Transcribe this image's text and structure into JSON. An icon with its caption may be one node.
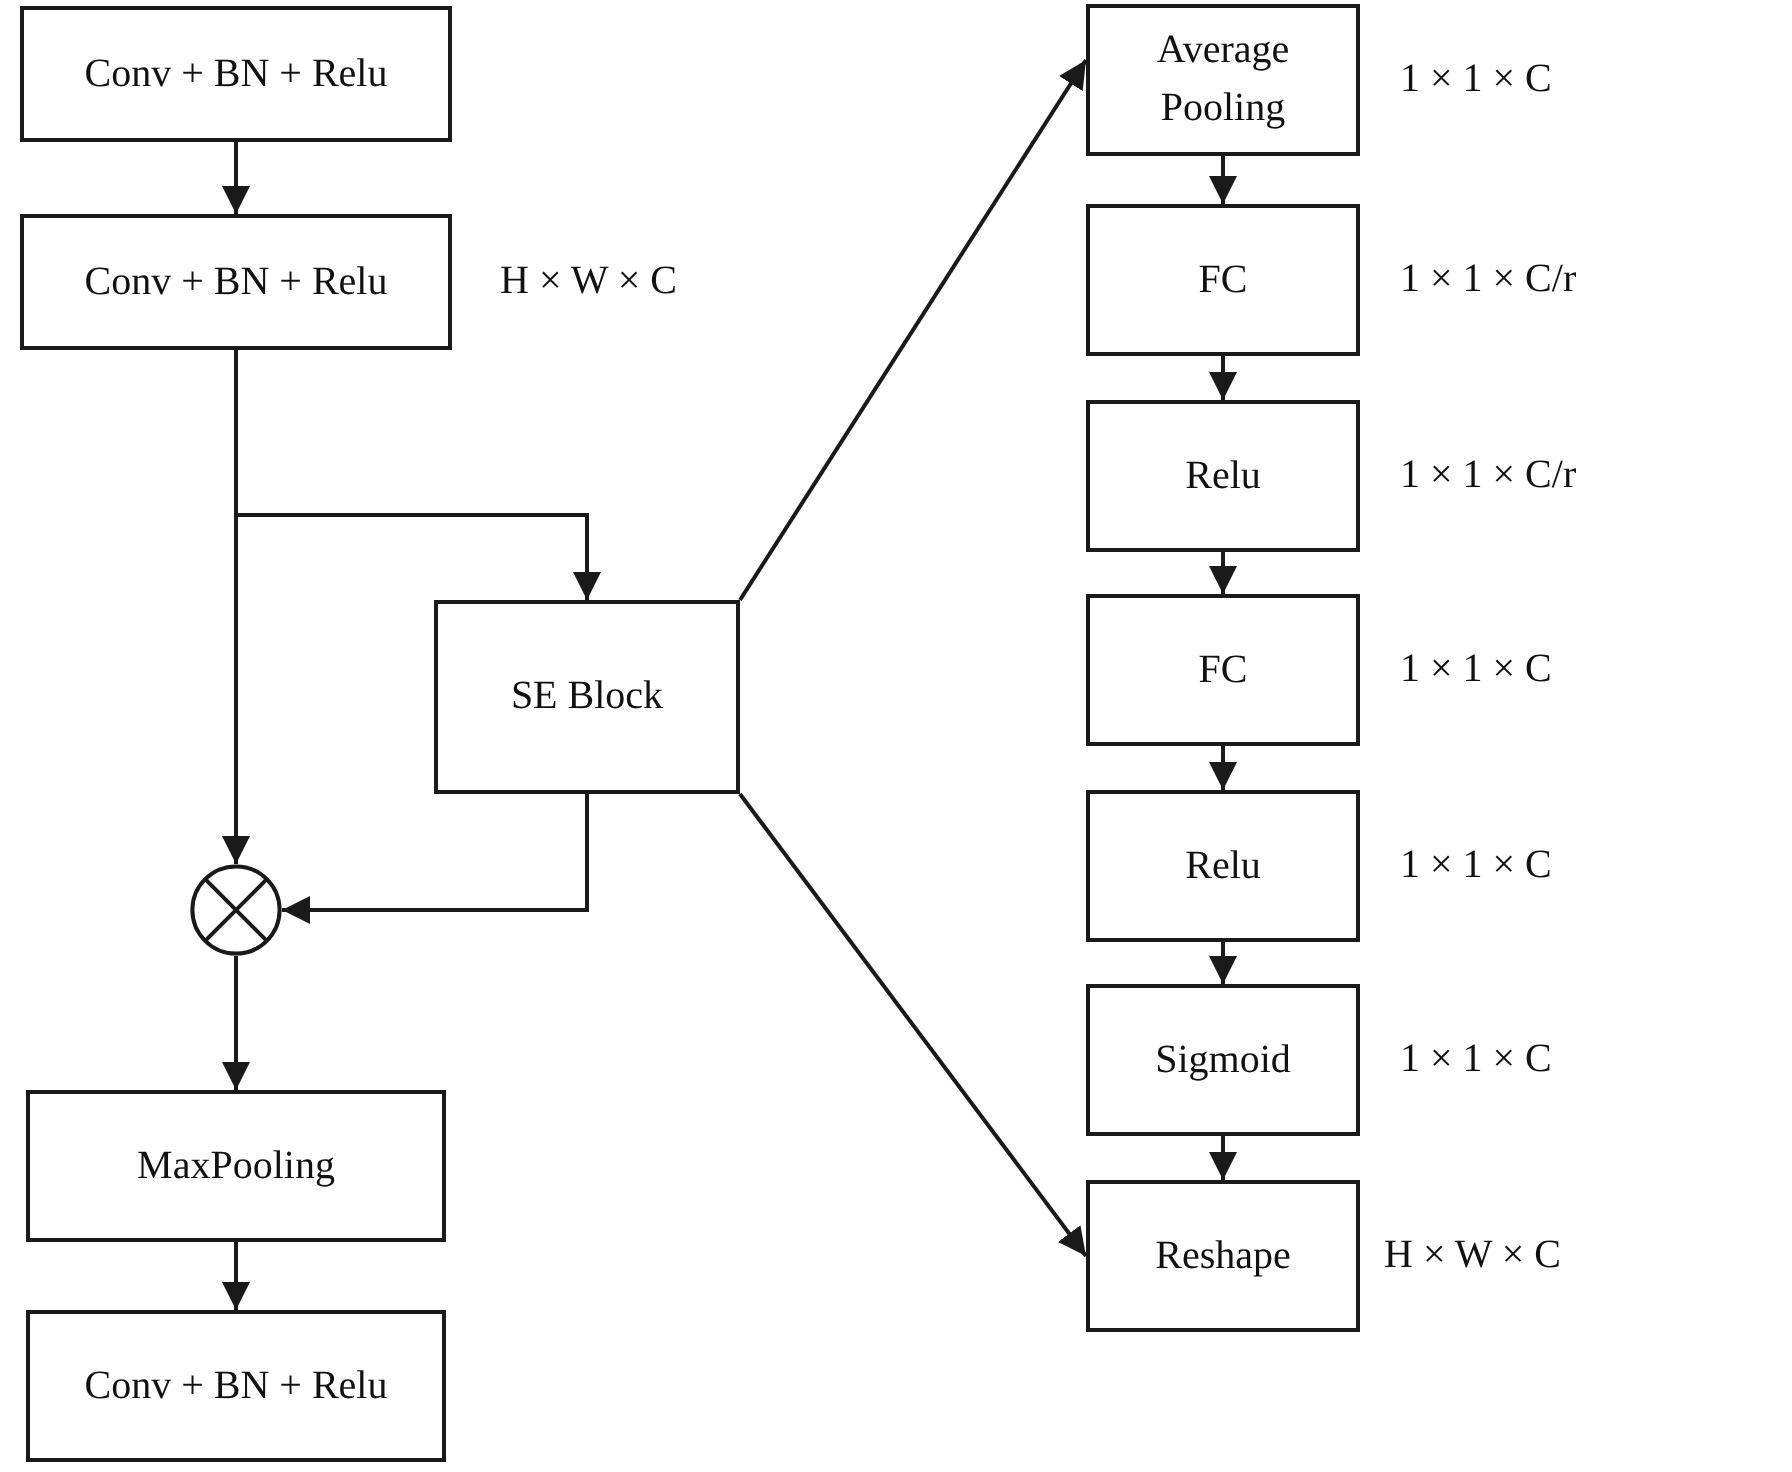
{
  "diagram": {
    "nodes": [
      {
        "text": [
          "Conv + BN + Relu"
        ]
      },
      {
        "text": [
          "Conv + BN + Relu"
        ],
        "beside": [
          "H × W × C"
        ]
      },
      {
        "text": [
          "SE Block"
        ]
      },
      {
        "text": [],
        "shape": "circle"
      },
      {
        "text": [
          "MaxPooling"
        ]
      },
      {
        "text": [
          "Conv + BN + Relu"
        ]
      },
      {
        "text": [
          "Average Pooling"
        ],
        "beside": [
          "1 × 1 × C"
        ]
      },
      {
        "text": [
          "FC"
        ],
        "beside": [
          "1 × 1 × C/r"
        ]
      },
      {
        "text": [
          "Relu"
        ],
        "beside": [
          "1 × 1 × C/r"
        ]
      },
      {
        "text": [
          "FC"
        ],
        "beside": [
          "1 × 1 × C"
        ]
      },
      {
        "text": [
          "Relu"
        ],
        "beside": [
          "1 × 1 × C"
        ]
      },
      {
        "text": [
          "Sigmoid"
        ],
        "beside": [
          "1 × 1 × C"
        ]
      },
      {
        "text": [
          "Reshape"
        ],
        "beside": [
          "H × W × C"
        ]
      }
    ],
    "edges": [
      {
        "from": 0,
        "to": 1,
        "arrow": "to"
      },
      {
        "from": 1,
        "to": 2,
        "arrow": "to"
      },
      {
        "from": 1,
        "to": 3,
        "arrow": "to"
      },
      {
        "from": 2,
        "to": 3,
        "arrow": "to"
      },
      {
        "from": 3,
        "to": 4,
        "arrow": "to"
      },
      {
        "from": 4,
        "to": 5,
        "arrow": "to"
      },
      {
        "from": 2,
        "to": 6,
        "arrow": "to"
      },
      {
        "from": 6,
        "to": 7,
        "arrow": "to"
      },
      {
        "from": 7,
        "to": 8,
        "arrow": "to"
      },
      {
        "from": 8,
        "to": 9,
        "arrow": "to"
      },
      {
        "from": 9,
        "to": 10,
        "arrow": "to"
      },
      {
        "from": 10,
        "to": 11,
        "arrow": "to"
      },
      {
        "from": 11,
        "to": 12,
        "arrow": "to"
      },
      {
        "from": 2,
        "to": 12,
        "arrow": "to"
      }
    ]
  }
}
